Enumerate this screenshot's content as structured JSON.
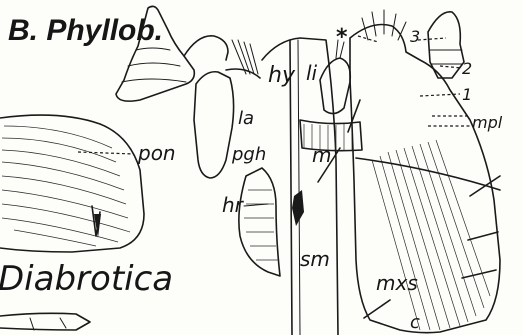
{
  "figure": {
    "panel_title": "B. Phyllob.",
    "genus_label": "Diabrotica",
    "labels": {
      "pon": "pon",
      "hy": "hy",
      "li": "li",
      "la": "la",
      "pgh": "pgh",
      "m": "m",
      "hr": "hr",
      "sm": "sm",
      "mxs": "mxs",
      "mpl": "mpl",
      "c": "c",
      "star": "*",
      "seg_1": "1",
      "seg_2": "2",
      "seg_3": "3"
    }
  }
}
